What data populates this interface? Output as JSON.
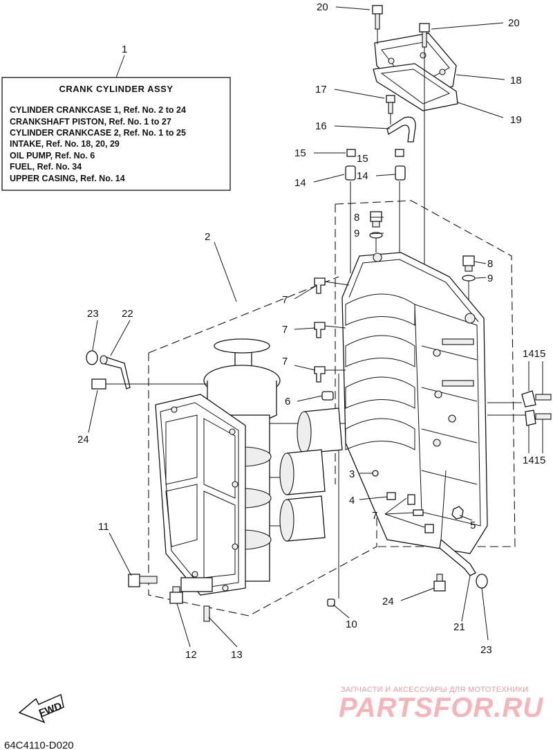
{
  "info_box": {
    "callout": "1",
    "title": "CRANK CYLINDER ASSY",
    "lines": [
      "CYLINDER CRANKCASE 1, Ref. No. 2 to 24",
      "CRANKSHAFT PISTON,  Ref. No. 1 to 27",
      "CYLINDER CRANKCASE 2, Ref. No. 1 to 25",
      "INTAKE,  Ref. No. 18, 20, 29",
      "OIL PUMP, Ref. No. 6",
      "FUEL,  Ref. No. 34",
      "UPPER CASING, Ref. No. 14"
    ]
  },
  "callouts": {
    "c20a": "20",
    "c20b": "20",
    "c18": "18",
    "c19": "19",
    "c17": "17",
    "c16": "16",
    "c15a": "15",
    "c15b": "15",
    "c14a": "14",
    "c14b": "14",
    "c8a": "8",
    "c9a": "9",
    "c8b": "8",
    "c9b": "9",
    "c2": "2",
    "c7a": "7",
    "c7b": "7",
    "c7c": "7",
    "c7d": "7",
    "c23a": "23",
    "c22": "22",
    "c24a": "24",
    "c6": "6",
    "c1415a": "1415",
    "c1415b": "1415",
    "c3": "3",
    "c4": "4",
    "c5": "5",
    "c11": "11",
    "c12": "12",
    "c13": "13",
    "c10": "10",
    "c24b": "24",
    "c21": "21",
    "c23b": "23"
  },
  "fwd_label": "FWD",
  "diagram_code": "64C4110-D020",
  "watermark": {
    "small": "ЗАПЧАСТИ И АКСЕССУАРЫ ДЛЯ МОТОТЕХНИКИ",
    "big": "PARTSFOR.RU"
  },
  "colors": {
    "ink": "#111111",
    "watermark": "#f4b4b8",
    "watermark_small": "#e89aa0"
  }
}
